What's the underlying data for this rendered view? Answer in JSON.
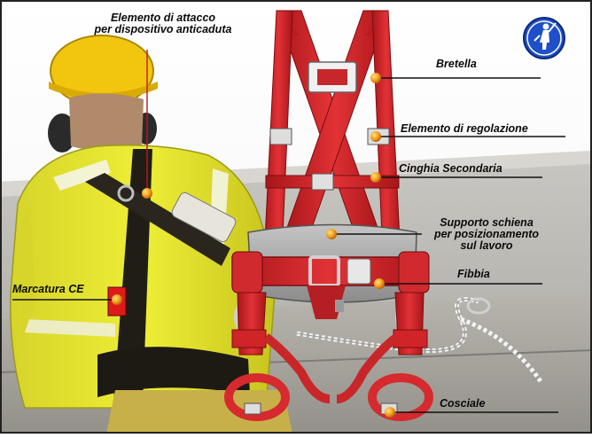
{
  "labels": {
    "attacco_line1": "Elemento di attacco",
    "attacco_line2": "per dispositivo anticaduta",
    "bretella": "Bretella",
    "regolazione": "Elemento di regolazione",
    "cinghia": "Cinghia Secondaria",
    "supporto_line1": "Supporto schiena",
    "supporto_line2": "per posizionamento",
    "supporto_line3": "sul lavoro",
    "fibbia": "Fibbia",
    "marcatura": "Marcatura CE",
    "cosciale": "Cosciale"
  },
  "icons": {
    "badge": "fall-protection-harness-icon"
  },
  "colors": {
    "harness_red": "#d9262a",
    "jacket_yellow": "#e8e62a",
    "helmet_yellow": "#f2c50f",
    "marker_orange": "#f39a1d",
    "badge_blue": "#1f4fc9"
  }
}
